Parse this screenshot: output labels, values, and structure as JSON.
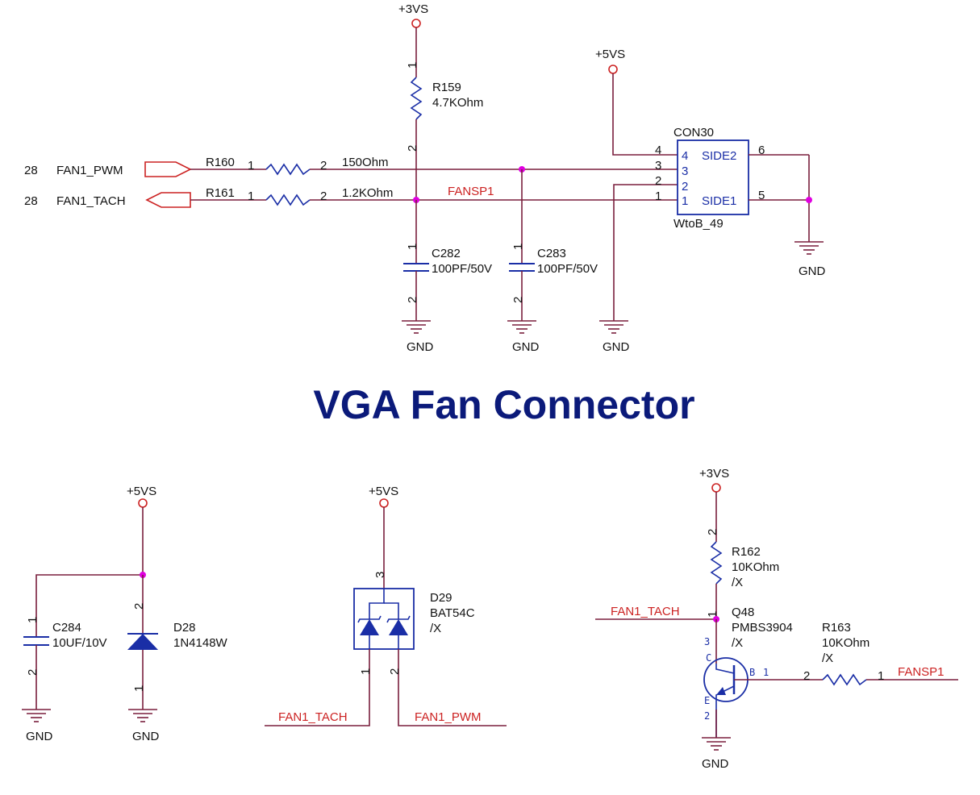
{
  "title": "VGA Fan Connector",
  "colors": {
    "wire": "#7a1f3d",
    "component": "#1a2ea6",
    "power": "#cc2222",
    "net_label": "#cc2222",
    "junction": "#e000e0",
    "text": "#111111",
    "title": "#0b1a7a",
    "fill": "#1a2ea6"
  },
  "power": {
    "p3vs": "+3VS",
    "p5vs": "+5VS",
    "gnd": "GND"
  },
  "ports": {
    "pwm_page": "28",
    "pwm_name": "FAN1_PWM",
    "tach_page": "28",
    "tach_name": "FAN1_TACH"
  },
  "nets": {
    "fansp1": "FANSP1",
    "fan1_tach": "FAN1_TACH",
    "fan1_pwm": "FAN1_PWM"
  },
  "components": {
    "r159": {
      "ref": "R159",
      "value": "4.7KOhm",
      "pin_a": "1",
      "pin_b": "2"
    },
    "r160": {
      "ref": "R160",
      "value": "150Ohm",
      "pin_a": "1",
      "pin_b": "2"
    },
    "r161": {
      "ref": "R161",
      "value": "1.2KOhm",
      "pin_a": "1",
      "pin_b": "2"
    },
    "c282": {
      "ref": "C282",
      "value": "100PF/50V",
      "pin_a": "1",
      "pin_b": "2"
    },
    "c283": {
      "ref": "C283",
      "value": "100PF/50V",
      "pin_a": "1",
      "pin_b": "2"
    },
    "con30": {
      "ref": "CON30",
      "value": "WtoB_49",
      "side2": "SIDE2",
      "side1": "SIDE1",
      "pins": [
        "4",
        "3",
        "2",
        "1"
      ],
      "pin_side2": "6",
      "pin_side1": "5"
    },
    "c284": {
      "ref": "C284",
      "value": "10UF/10V",
      "pin_a": "1",
      "pin_b": "2"
    },
    "d28": {
      "ref": "D28",
      "value": "1N4148W",
      "pin_a": "2",
      "pin_b": "1"
    },
    "d29": {
      "ref": "D29",
      "value": "BAT54C",
      "opt": "/X",
      "pin_3": "3",
      "pin_1": "1",
      "pin_2": "2"
    },
    "r162": {
      "ref": "R162",
      "value": "10KOhm",
      "opt": "/X",
      "pin_a": "2",
      "pin_b": "1"
    },
    "q48": {
      "ref": "Q48",
      "value": "PMBS3904",
      "opt": "/X",
      "pin_c": "3",
      "lbl_c": "C",
      "pin_b": "1",
      "lbl_b": "B",
      "pin_e": "2",
      "lbl_e": "E"
    },
    "r163": {
      "ref": "R163",
      "value": "10KOhm",
      "opt": "/X",
      "pin_a": "2",
      "pin_b": "1"
    }
  }
}
